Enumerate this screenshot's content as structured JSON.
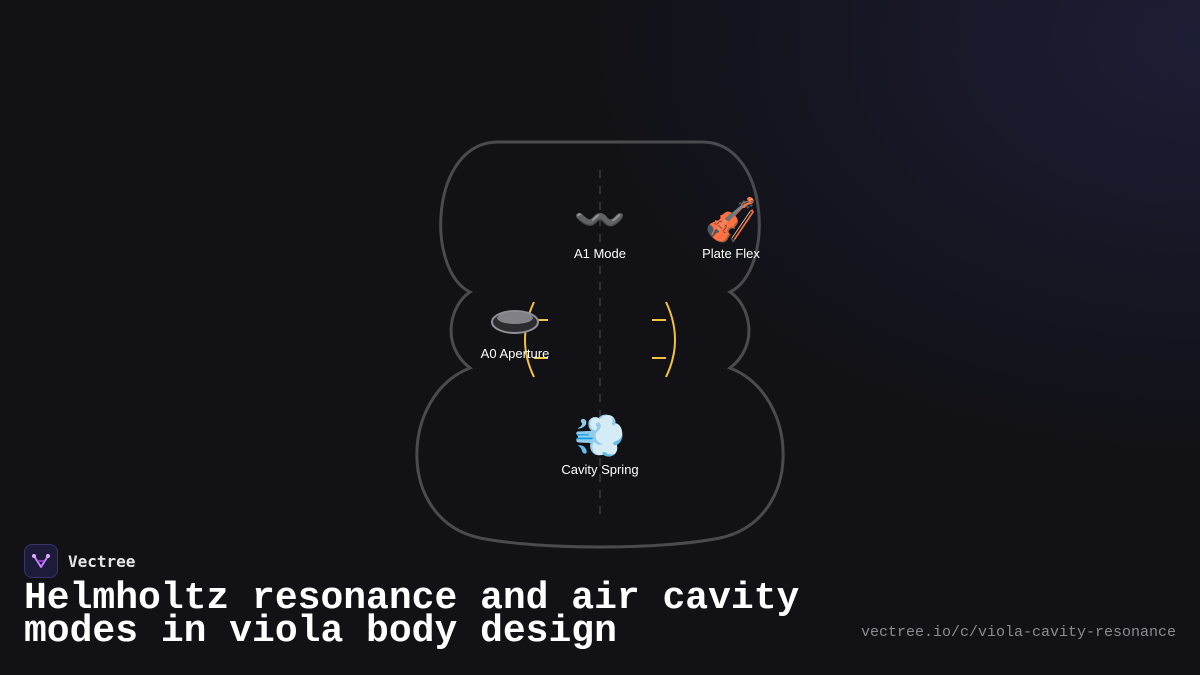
{
  "diagram": {
    "nodes": [
      {
        "id": "a1",
        "icon": "wave-icon",
        "glyph": "〰️",
        "label": "A1 Mode"
      },
      {
        "id": "plate",
        "icon": "violin-icon",
        "glyph": "🎻",
        "label": "Plate Flex"
      },
      {
        "id": "a0",
        "icon": "aperture-disc-icon",
        "glyph": "",
        "label": "A0 Aperture"
      },
      {
        "id": "cavity",
        "icon": "wind-puff-icon",
        "glyph": "💨",
        "label": "Cavity Spring"
      }
    ],
    "colors": {
      "outline": "#4a4a4f",
      "f_holes": "#f4c040",
      "centerline": "#3a3a40",
      "background": "#111116"
    }
  },
  "brand": {
    "name": "Vectree",
    "logo_icon": "vectree-logo-icon"
  },
  "title": "Helmholtz resonance and air cavity modes in viola body design",
  "url": "vectree.io/c/viola-cavity-resonance"
}
